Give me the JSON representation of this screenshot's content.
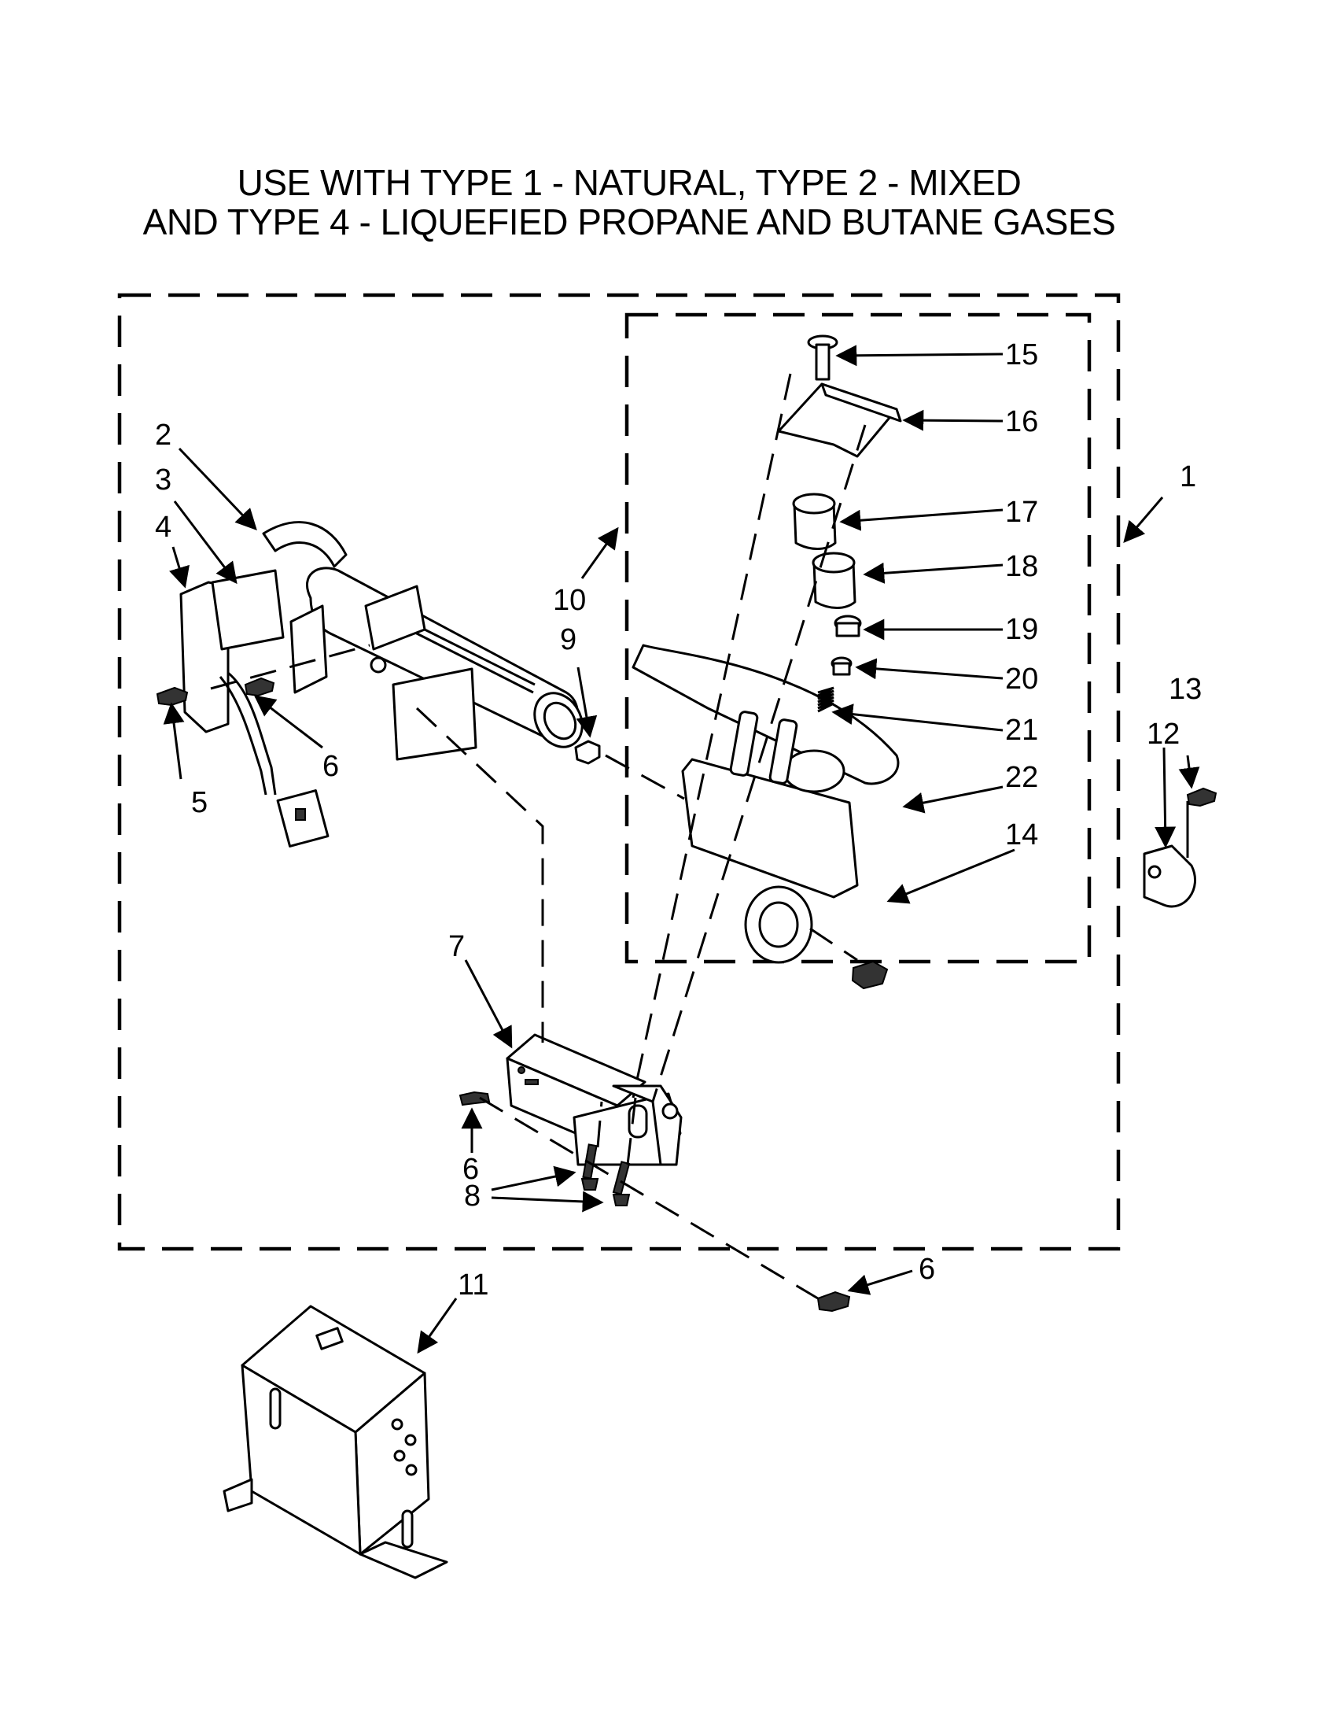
{
  "title": {
    "line1": "USE WITH TYPE 1 - NATURAL, TYPE 2 - MIXED",
    "line2": "AND TYPE 4 - LIQUEFIED PROPANE AND BUTANE GASES"
  },
  "callouts": {
    "c1": "1",
    "c2": "2",
    "c3": "3",
    "c4": "4",
    "c5": "5",
    "c6a": "6",
    "c6b": "6",
    "c6c": "6",
    "c7": "7",
    "c8": "8",
    "c9": "9",
    "c10": "10",
    "c11": "11",
    "c12": "12",
    "c13": "13",
    "c14": "14",
    "c15": "15",
    "c16": "16",
    "c17": "17",
    "c18": "18",
    "c19": "19",
    "c20": "20",
    "c21": "21",
    "c22": "22"
  }
}
